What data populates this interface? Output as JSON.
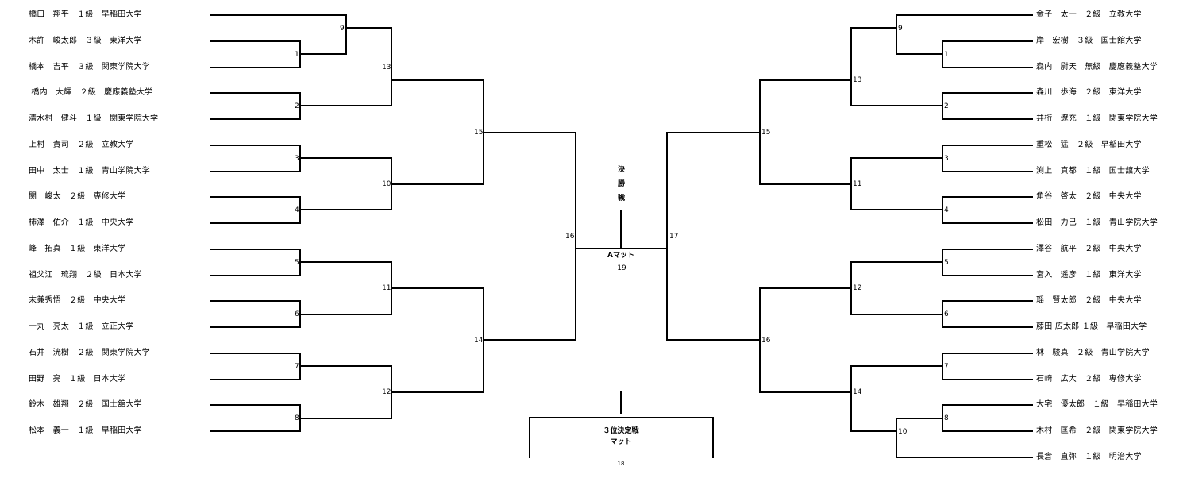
{
  "left_players": [
    "橋口　翔平　１級　早稲田大学",
    "木許　峻太郎　３級　東洋大学",
    "橋本　吉平　３級　関東学院大学",
    " 橋内　大輝　２級　慶應義塾大学",
    "清水村　健斗　１級　関東学院大学",
    "上村　貴司　２級　立教大学",
    "田中　太士　１級　青山学院大学",
    "関　峻太　２級　専修大学",
    "柿澤　佑介　１級　中央大学",
    "峰　拓真　１級　東洋大学",
    "祖父江　琉翔　２級　日本大学",
    "末兼秀悟　２級　中央大学",
    "一丸　亮太　１級　立正大学",
    "石井　洸樹　２級　関東学院大学",
    "田野　亮　１級　日本大学",
    "鈴木　雄翔　２級　国士舘大学",
    "松本　義一　１級　早稲田大学"
  ],
  "right_players": [
    "金子　太一　２級　立教大学",
    "岸　宏樹　３級　国士舘大学",
    "森内　尉天　無級　慶應義塾大学",
    "森川　歩海　２級　東洋大学",
    "井桁　遼充　１級　関東学院大学",
    "重松　猛　２級　早稲田大学",
    "渕上　真都　１級　国士舘大学",
    "角谷　啓太　２級　中央大学",
    "松田　力己　１級　青山学院大学",
    "澤谷　航平　２級　中央大学",
    "宮入　遥彦　１級　東洋大学",
    "瑶　賢太郎　２級　中央大学",
    "藤田 広太郎 １級　早稲田大学",
    "林　駿真　２級　青山学院大学",
    "石崎　広大　２級　専修大学",
    "大宅　優太郎　１級　早稲田大学",
    "木村　匡希　２級　関東学院大学",
    "長倉　直弥　１級　明治大学"
  ],
  "match_numbers": {
    "left": [
      "9",
      "1",
      "13",
      "2",
      "15",
      "3",
      "10",
      "4",
      "5",
      "11",
      "6",
      "14",
      "7",
      "12",
      "8",
      "16"
    ],
    "right": [
      "9",
      "1",
      "13",
      "2",
      "15",
      "3",
      "11",
      "4",
      "5",
      "12",
      "6",
      "16",
      "7",
      "14",
      "8",
      "10",
      "17"
    ]
  },
  "final": {
    "title_chars": [
      "決",
      "勝",
      "戦"
    ],
    "mat": "Aマット",
    "match_no": "19"
  },
  "third_place": {
    "title": "３位決定戦",
    "mat": "マット",
    "match_no": "18"
  }
}
